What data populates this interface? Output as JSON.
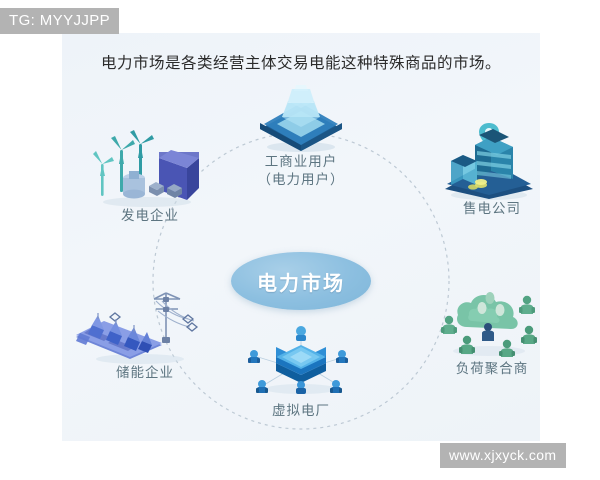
{
  "overlays": {
    "tg_badge": "TG: MYYJJPP",
    "watermark": "www.xjxyck.com",
    "badge_bg": "#b3b3b3",
    "badge_text_color": "#ffffff"
  },
  "card": {
    "background": "#edf2f8",
    "heading": "电力市场是各类经营主体交易电能这种特殊商品的市场。"
  },
  "diagram": {
    "center": {
      "label": "电力市场",
      "shape": "ellipse",
      "fill": "#8cbfe0",
      "text_color": "#ffffff"
    },
    "ring": {
      "style": "dashed-circle",
      "color": "#b9c6d2"
    },
    "nodes": [
      {
        "id": "industrial",
        "label": "工商业用户",
        "sublabel": "（电力用户）",
        "icon": "factory-platform-icon",
        "position": "top",
        "accent": "#2f6ea8"
      },
      {
        "id": "generation",
        "label": "发电企业",
        "sublabel": "",
        "icon": "wind-turbine-plant-icon",
        "position": "top-left",
        "accent": "#4aa8ad"
      },
      {
        "id": "retail",
        "label": "售电公司",
        "sublabel": "",
        "icon": "city-buildings-pin-icon",
        "position": "top-right",
        "accent": "#1c5f8f"
      },
      {
        "id": "storage",
        "label": "储能企业",
        "sublabel": "",
        "icon": "solar-array-pylon-icon",
        "position": "bottom-left",
        "accent": "#6a7fc8"
      },
      {
        "id": "vpp",
        "label": "虚拟电厂",
        "sublabel": "",
        "icon": "hexagon-network-icon",
        "position": "bottom",
        "accent": "#1f86d0"
      },
      {
        "id": "aggregator",
        "label": "负荷聚合商",
        "sublabel": "",
        "icon": "cloud-nodes-icon",
        "position": "bottom-right",
        "accent": "#5fa98c"
      }
    ],
    "label_color": "#5d7581"
  }
}
